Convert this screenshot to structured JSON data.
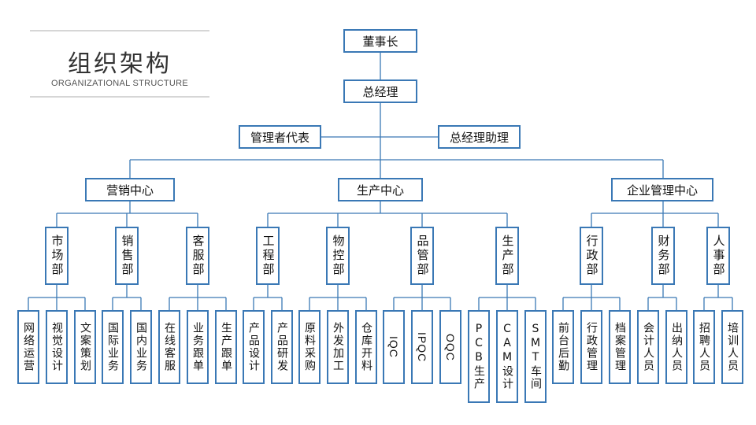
{
  "header": {
    "title": "组织架构",
    "subtitle": "ORGANIZATIONAL STRUCTURE"
  },
  "colors": {
    "line": "#3a78b5",
    "box_border": "#3a78b5"
  },
  "chairman": "董事长",
  "gm": "总经理",
  "management_rep": "管理者代表",
  "gm_assistant": "总经理助理",
  "centers": [
    {
      "label": "营销中心",
      "departments": [
        {
          "label": "市场部",
          "teams": [
            "网络运营",
            "视觉设计",
            "文案策划"
          ]
        },
        {
          "label": "销售部",
          "teams": [
            "国际业务",
            "国内业务"
          ]
        },
        {
          "label": "客服部",
          "teams": [
            "在线客服",
            "业务跟单",
            "生产跟单"
          ]
        }
      ]
    },
    {
      "label": "生产中心",
      "departments": [
        {
          "label": "工程部",
          "teams": [
            "产品设计",
            "产品研发"
          ]
        },
        {
          "label": "物控部",
          "teams": [
            "原料采购",
            "外发加工",
            "仓库开料"
          ]
        },
        {
          "label": "品管部",
          "teams": [
            "IQC",
            "IPQC",
            "OQC"
          ]
        },
        {
          "label": "生产部",
          "teams": [
            "PCB生产",
            "CAM设计",
            "SMT车间"
          ]
        }
      ]
    },
    {
      "label": "企业管理中心",
      "departments": [
        {
          "label": "行政部",
          "teams": [
            "前台后勤",
            "行政管理",
            "档案管理"
          ]
        },
        {
          "label": "财务部",
          "teams": [
            "会计人员",
            "出纳人员"
          ]
        },
        {
          "label": "人事部",
          "teams": [
            "招聘人员",
            "培训人员"
          ]
        }
      ]
    }
  ]
}
